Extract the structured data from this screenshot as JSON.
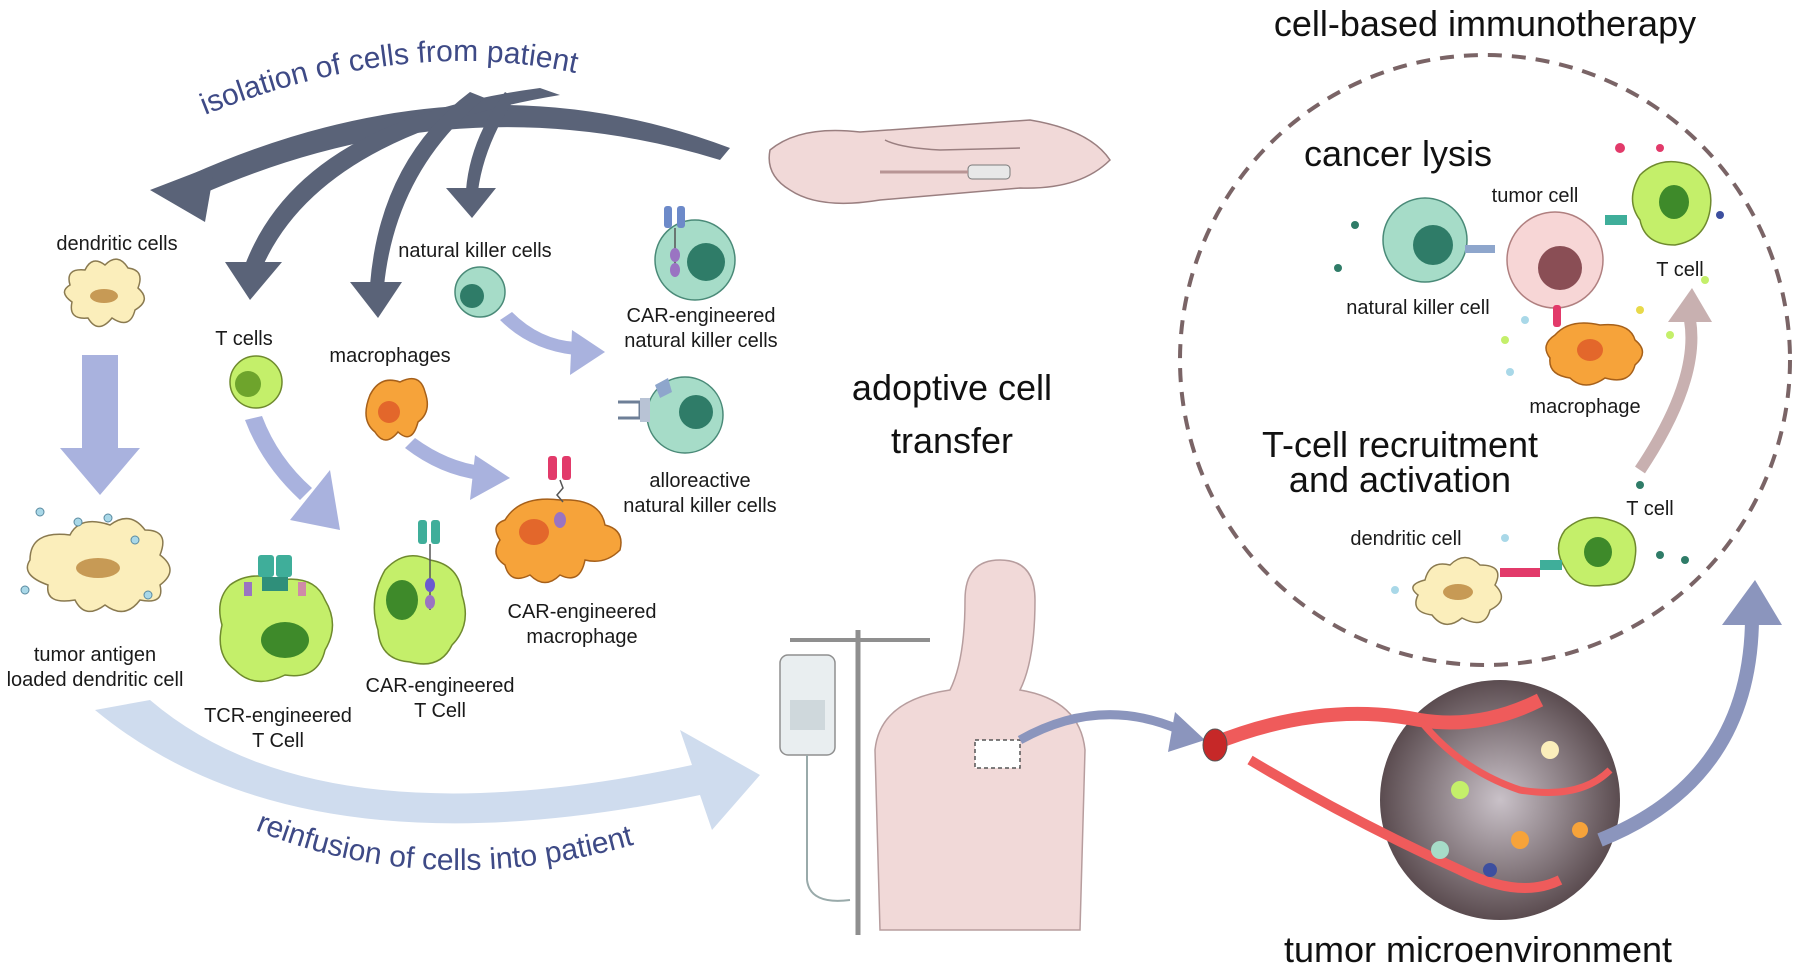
{
  "header": {
    "title": "cell-based immunotherapy"
  },
  "center": {
    "adoptive_line1": "adoptive cell",
    "adoptive_line2": "transfer"
  },
  "arcs": {
    "isolation": "isolation of cells from patient",
    "reinfusion": "reinfusion of cells into patient"
  },
  "source_cells": {
    "dendritic": "dendritic cells",
    "t_cells": "T cells",
    "macrophages": "macrophages",
    "nk": "natural killer cells"
  },
  "engineered": {
    "dc_line1": "tumor antigen",
    "dc_line2": "loaded dendritic cell",
    "tcr_line1": "TCR-engineered",
    "tcr_line2": "T Cell",
    "car_t_line1": "CAR-engineered",
    "car_t_line2": "T Cell",
    "car_mac_line1": "CAR-engineered",
    "car_mac_line2": "macrophage",
    "car_nk_line1": "CAR-engineered",
    "car_nk_line2": "natural killer cells",
    "allo_nk_line1": "alloreactive",
    "allo_nk_line2": "natural killer cells"
  },
  "circle": {
    "cancer_lysis": "cancer lysis",
    "tumor_cell": "tumor cell",
    "t_cell_top": "T cell",
    "nk_cell": "natural killer cell",
    "macrophage": "macrophage",
    "recruit_line1": "T-cell recruitment",
    "recruit_line2": "and activation",
    "dendritic_cell": "dendritic cell",
    "t_cell_bottom": "T cell"
  },
  "bottom": {
    "microenvironment": "tumor microenvironment"
  },
  "colors": {
    "dark_arrow": "#5a6378",
    "light_arrow": "#a9b2de",
    "pale_arrow": "#cfdcee",
    "label_blue": "#3e4a86",
    "tcell_green": "#c4ef6a",
    "nk_teal": "#a6dcc8",
    "macrophage_orange": "#f6a33a",
    "dendritic_cream": "#fbeebb",
    "skin": "#f1d9d8",
    "dashed_circle": "#7a6466"
  }
}
